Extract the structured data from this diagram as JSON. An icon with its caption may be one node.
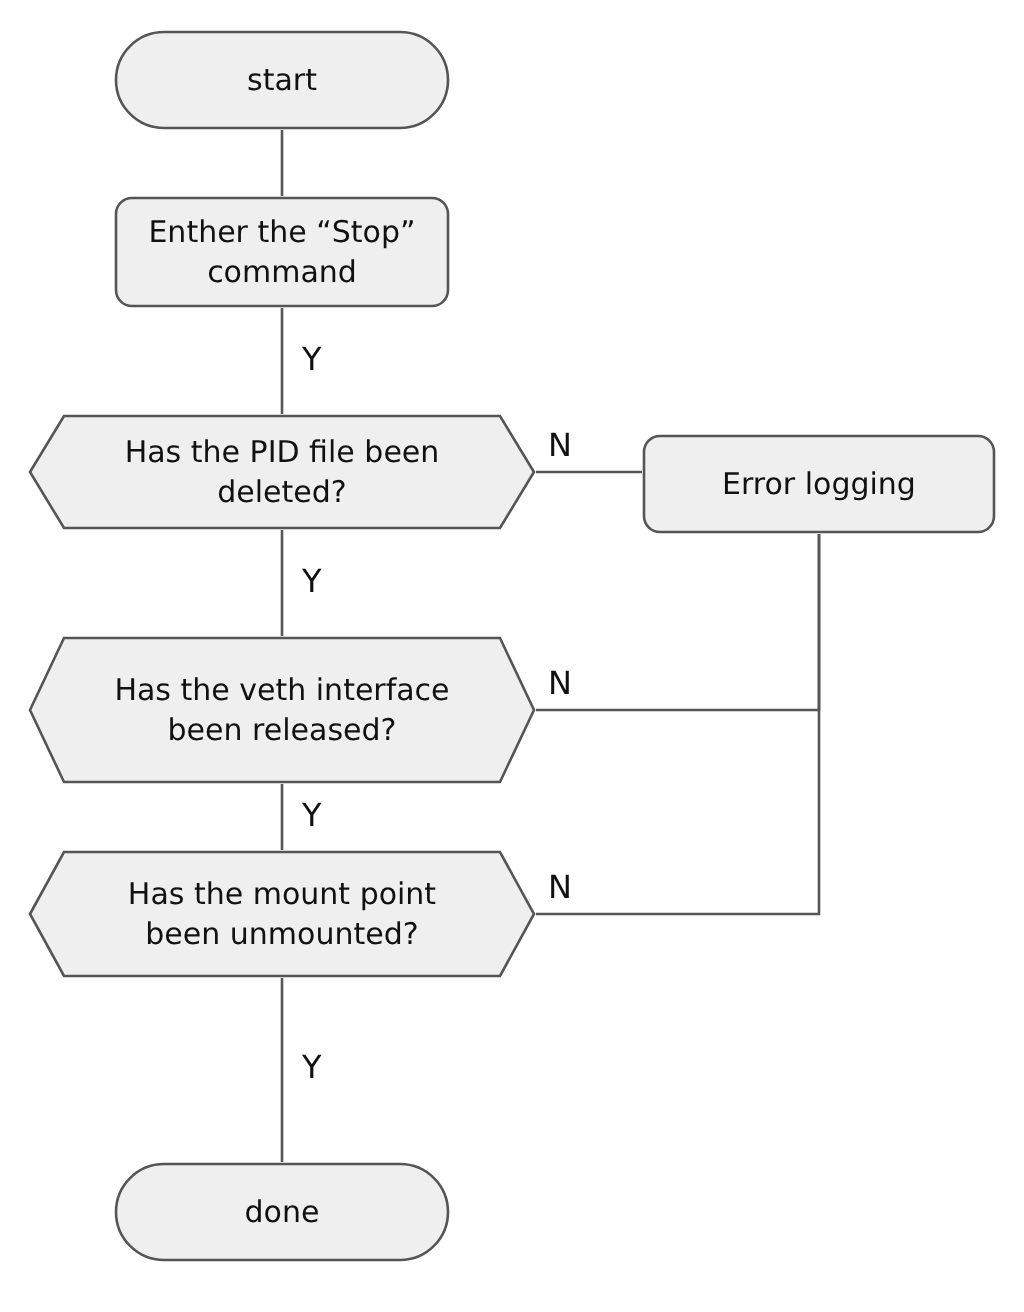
{
  "diagram": {
    "nodes": [
      {
        "text": [
          "start"
        ]
      },
      {
        "text": [
          "Enther the “Stop” command"
        ]
      },
      {
        "text": [
          "Has the PID file been deleted?"
        ]
      },
      {
        "text": [
          "Error logging"
        ]
      },
      {
        "text": [
          "Has the veth interface been released?"
        ]
      },
      {
        "text": [
          "Has the mount point been unmounted?"
        ]
      },
      {
        "text": [
          "done"
        ]
      }
    ],
    "edges": [
      {
        "from": 0,
        "to": 1,
        "arrow": "none"
      },
      {
        "from": 1,
        "to": 2,
        "arrow": "none",
        "label": "Y"
      },
      {
        "from": 2,
        "to": 3,
        "arrow": "none",
        "label": "N"
      },
      {
        "from": 2,
        "to": 4,
        "arrow": "none",
        "label": "Y"
      },
      {
        "from": 4,
        "to": 3,
        "arrow": "none",
        "label": "N"
      },
      {
        "from": 4,
        "to": 5,
        "arrow": "none",
        "label": "Y"
      },
      {
        "from": 5,
        "to": 3,
        "arrow": "none",
        "label": "N"
      },
      {
        "from": 5,
        "to": 6,
        "arrow": "none",
        "label": "Y"
      }
    ]
  }
}
